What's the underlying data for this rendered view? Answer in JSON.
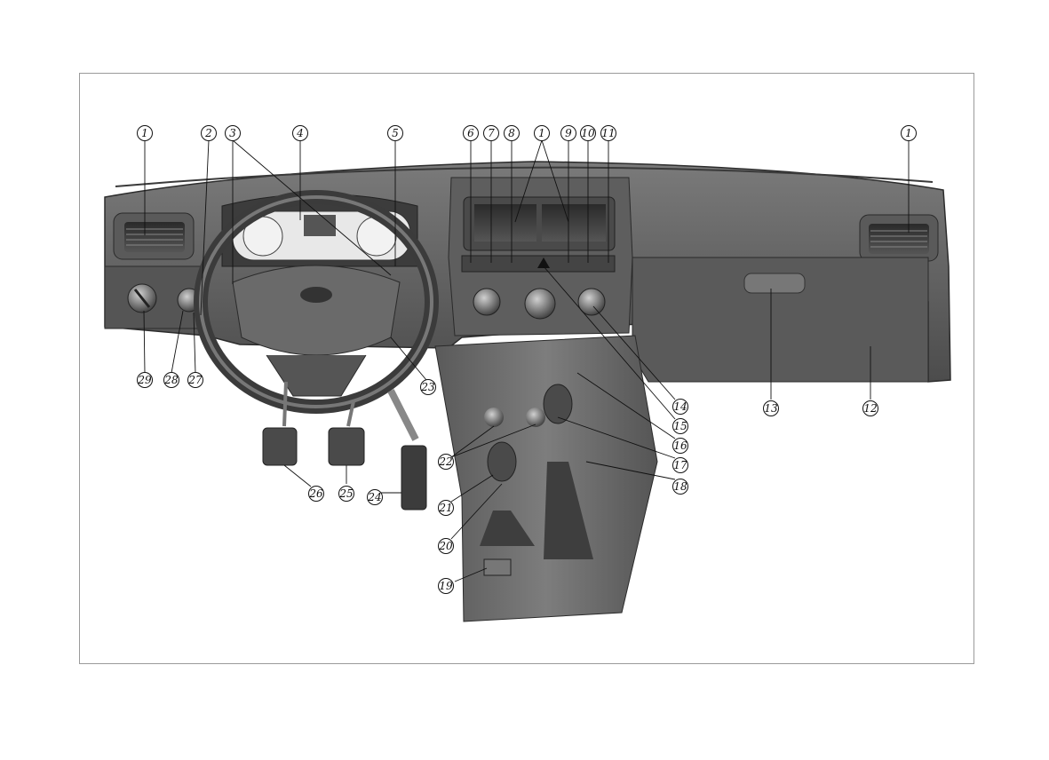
{
  "diagram": {
    "callouts": [
      {
        "id": "c1a",
        "label": "1"
      },
      {
        "id": "c2",
        "label": "2"
      },
      {
        "id": "c3",
        "label": "3"
      },
      {
        "id": "c4",
        "label": "4"
      },
      {
        "id": "c5",
        "label": "5"
      },
      {
        "id": "c6",
        "label": "6"
      },
      {
        "id": "c7",
        "label": "7"
      },
      {
        "id": "c8",
        "label": "8"
      },
      {
        "id": "c1b",
        "label": "1"
      },
      {
        "id": "c9",
        "label": "9"
      },
      {
        "id": "c10",
        "label": "10"
      },
      {
        "id": "c11",
        "label": "11"
      },
      {
        "id": "c1c",
        "label": "1"
      },
      {
        "id": "c12",
        "label": "12"
      },
      {
        "id": "c13",
        "label": "13"
      },
      {
        "id": "c14",
        "label": "14"
      },
      {
        "id": "c15",
        "label": "15"
      },
      {
        "id": "c16",
        "label": "16"
      },
      {
        "id": "c17",
        "label": "17"
      },
      {
        "id": "c18",
        "label": "18"
      },
      {
        "id": "c19",
        "label": "19"
      },
      {
        "id": "c20",
        "label": "20"
      },
      {
        "id": "c21",
        "label": "21"
      },
      {
        "id": "c22",
        "label": "22"
      },
      {
        "id": "c23",
        "label": "23"
      },
      {
        "id": "c24",
        "label": "24"
      },
      {
        "id": "c25",
        "label": "25"
      },
      {
        "id": "c26",
        "label": "26"
      },
      {
        "id": "c27",
        "label": "27"
      },
      {
        "id": "c28",
        "label": "28"
      },
      {
        "id": "c29",
        "label": "29"
      }
    ],
    "colors": {
      "panel_dark": "#4a4a4a",
      "panel_mid": "#6b6b6b",
      "panel_light": "#8c8c8c",
      "gauge_face": "#e8e8e8",
      "leader": "#111111",
      "frame": "#9a9a9a"
    }
  }
}
